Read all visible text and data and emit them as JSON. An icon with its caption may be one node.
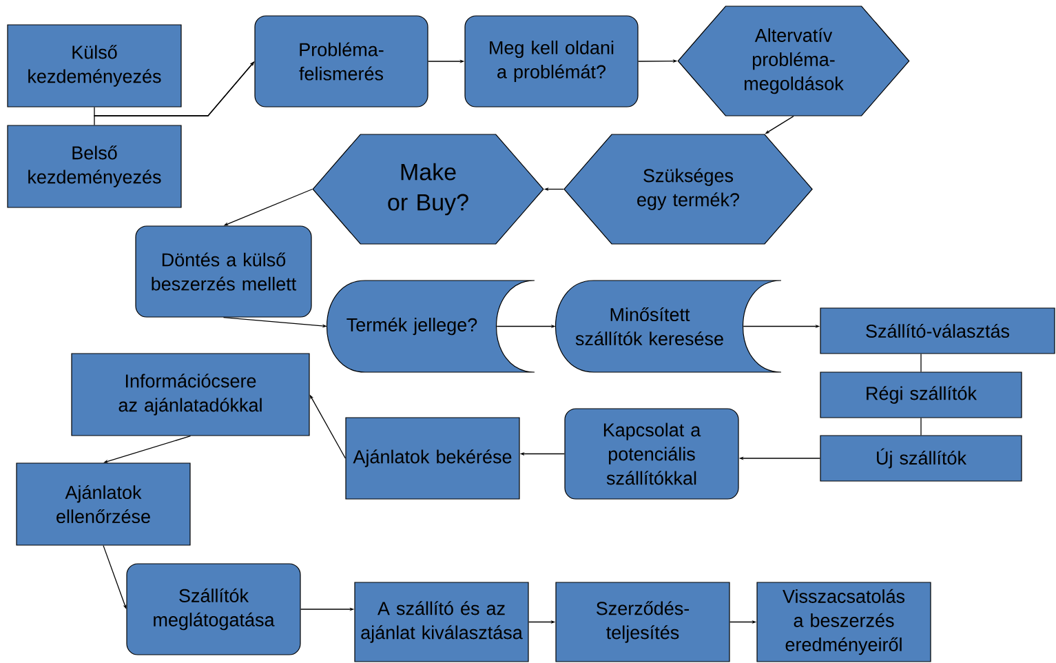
{
  "diagram": {
    "nodes": [
      {
        "text": [
          "Külső kezdeményezés"
        ]
      },
      {
        "text": [
          "Belső kezdeményezés"
        ]
      },
      {
        "text": [
          "Probléma-felismerés"
        ]
      },
      {
        "text": [
          "Meg kell oldani a problémát?"
        ]
      },
      {
        "text": [
          "Altervatív probléma-megoldások"
        ]
      },
      {
        "text": [
          "Make or Buy?"
        ]
      },
      {
        "text": [
          "Szükséges egy termék?"
        ]
      },
      {
        "text": [
          "Döntés a külső beszerzés mellett"
        ]
      },
      {
        "text": [
          "Termék jellege?"
        ]
      },
      {
        "text": [
          "Minősített szállítók keresése"
        ]
      },
      {
        "text": [
          "Szállító-választás"
        ]
      },
      {
        "text": [
          "Információcsere az ajánlatadókkal"
        ]
      },
      {
        "text": [
          "Régi szállítók"
        ]
      },
      {
        "text": [
          "Ajánlatok bekérése"
        ]
      },
      {
        "text": [
          "Kapcsolat a potenciális szállítókkal"
        ]
      },
      {
        "text": [
          "Új szállítók"
        ]
      },
      {
        "text": [
          "Ajánlatok ellenőrzése"
        ]
      },
      {
        "text": [
          "Szállítók meglátogatása"
        ]
      },
      {
        "text": [
          "A szállító és az ajánlat kiválasztása"
        ]
      },
      {
        "text": [
          "Szerződés-teljesítés"
        ]
      },
      {
        "text": [
          "Visszacsatolás a beszerzés eredményeiről"
        ]
      }
    ],
    "edges": [
      {
        "from": 0,
        "to": 2,
        "arrow": "to"
      },
      {
        "from": 1,
        "to": 2,
        "arrow": "to"
      },
      {
        "from": 2,
        "to": 3,
        "arrow": "to"
      },
      {
        "from": 3,
        "to": 4,
        "arrow": "to"
      },
      {
        "from": 4,
        "to": 6,
        "arrow": "to"
      },
      {
        "from": 6,
        "to": 5,
        "arrow": "to"
      },
      {
        "from": 5,
        "to": 7,
        "arrow": "to"
      },
      {
        "from": 7,
        "to": 8,
        "arrow": "to"
      },
      {
        "from": 8,
        "to": 9,
        "arrow": "to"
      },
      {
        "from": 9,
        "to": 10,
        "arrow": "to"
      },
      {
        "from": 10,
        "to": 12,
        "arrow": "none"
      },
      {
        "from": 12,
        "to": 15,
        "arrow": "none"
      },
      {
        "from": 15,
        "to": 14,
        "arrow": "to"
      },
      {
        "from": 14,
        "to": 13,
        "arrow": "to"
      },
      {
        "from": 13,
        "to": 11,
        "arrow": "to"
      },
      {
        "from": 11,
        "to": 16,
        "arrow": "to"
      },
      {
        "from": 16,
        "to": 17,
        "arrow": "to"
      },
      {
        "from": 17,
        "to": 18,
        "arrow": "to"
      },
      {
        "from": 18,
        "to": 19,
        "arrow": "to"
      },
      {
        "from": 19,
        "to": 20,
        "arrow": "to"
      }
    ]
  }
}
